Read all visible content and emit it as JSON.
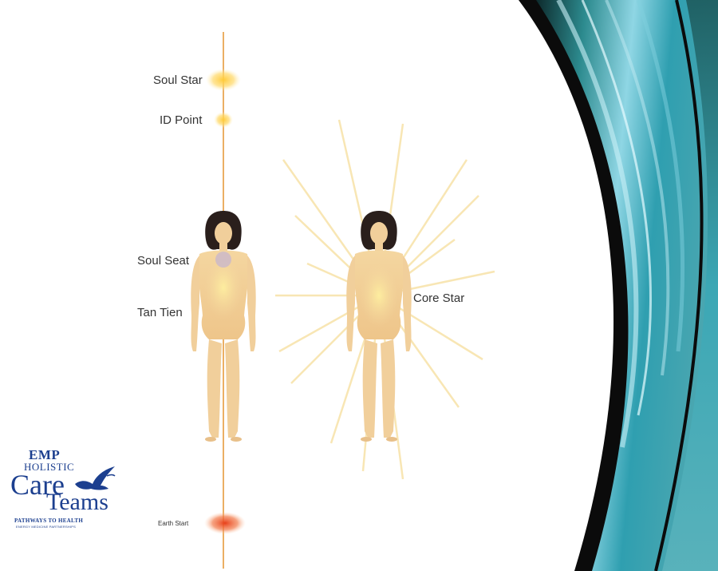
{
  "labels": {
    "soul_star": "Soul Star",
    "id_point": "ID Point",
    "soul_seat": "Soul Seat",
    "tan_tien": "Tan Tien",
    "core_star": "Core Star",
    "earth_star": "Earth Start"
  },
  "logo": {
    "line1": "EMP",
    "line2": "HOLISTIC",
    "line3": "Care",
    "line4": "Teams",
    "tagline": "PATHWAYS TO HEALTH",
    "subtagline": "ENERGY MEDICINE PARTNERSHIPS"
  },
  "colors": {
    "logo_blue": "#1c3f8f",
    "energy_line": "#e8a24a",
    "glow_yellow": "#ffd24a",
    "earth_red": "#e84a1c",
    "body_skin": "#f2cf97",
    "hair": "#2a1f1c",
    "swoosh_dark": "#0d2a2c",
    "swoosh_teal": "#2c8a8e",
    "swoosh_light": "#8fd6e4"
  }
}
